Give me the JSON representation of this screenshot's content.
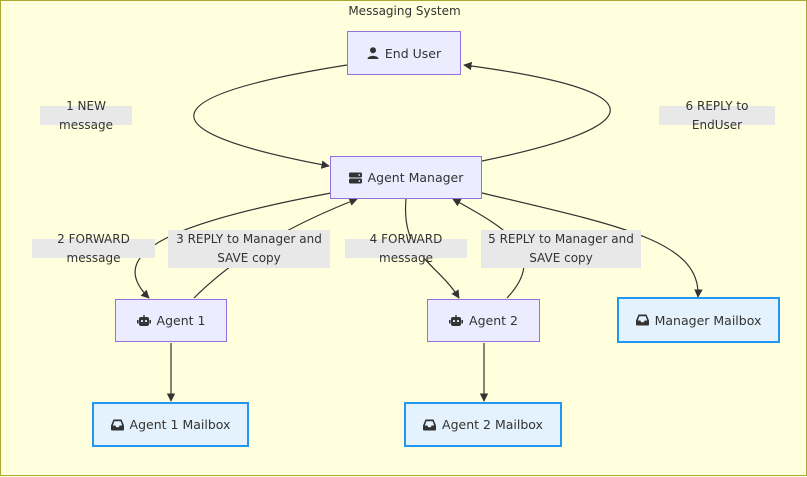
{
  "diagram": {
    "title": "Messaging System",
    "nodes": {
      "end_user": {
        "label": "End User",
        "icon": "user-icon"
      },
      "agent_manager": {
        "label": "Agent Manager",
        "icon": "server-icon"
      },
      "agent1": {
        "label": "Agent 1",
        "icon": "robot-icon"
      },
      "agent2": {
        "label": "Agent 2",
        "icon": "robot-icon"
      },
      "manager_mailbox": {
        "label": "Manager Mailbox",
        "icon": "inbox-icon"
      },
      "agent1_mailbox": {
        "label": "Agent 1 Mailbox",
        "icon": "inbox-icon"
      },
      "agent2_mailbox": {
        "label": "Agent 2 Mailbox",
        "icon": "inbox-icon"
      }
    },
    "edges": [
      {
        "from": "end_user",
        "to": "agent_manager",
        "label": "1 NEW message"
      },
      {
        "from": "agent_manager",
        "to": "agent1",
        "label": "2 FORWARD message"
      },
      {
        "from": "agent1",
        "to": "agent_manager",
        "label": "3 REPLY to Manager and SAVE copy"
      },
      {
        "from": "agent_manager",
        "to": "agent2",
        "label": "4 FORWARD message"
      },
      {
        "from": "agent2",
        "to": "agent_manager",
        "label": "5 REPLY to Manager and SAVE copy"
      },
      {
        "from": "agent_manager",
        "to": "end_user",
        "label": "6 REPLY to EndUser"
      },
      {
        "from": "agent_manager",
        "to": "manager_mailbox",
        "label": ""
      },
      {
        "from": "agent1",
        "to": "agent1_mailbox",
        "label": ""
      },
      {
        "from": "agent2",
        "to": "agent2_mailbox",
        "label": ""
      }
    ],
    "colors": {
      "background": "#ffffde",
      "agent_fill": "#ececff",
      "agent_stroke": "#9370db",
      "mailbox_fill": "#e3f2fd",
      "mailbox_stroke": "#2196f3",
      "edge": "#333333",
      "label_bg": "#e8e8e8"
    }
  }
}
